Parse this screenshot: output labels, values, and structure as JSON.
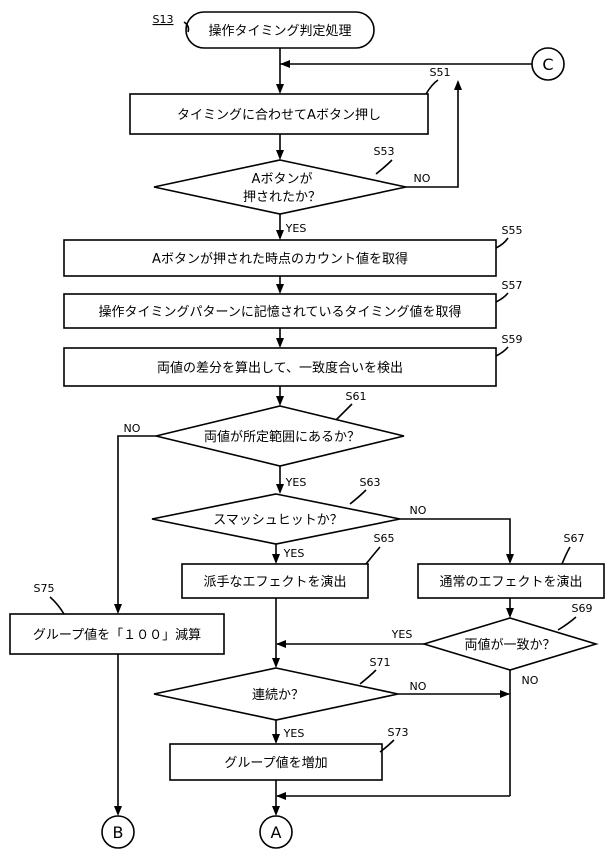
{
  "terminal": {
    "step": "S13",
    "label": "操作タイミング判定処理"
  },
  "connectors": {
    "c": "C",
    "a": "A",
    "b": "B"
  },
  "steps": {
    "s51": {
      "id": "S51",
      "label": "タイミングに合わせてAボタン押し"
    },
    "s53": {
      "id": "S53",
      "line1": "Aボタンが",
      "line2": "押されたか？"
    },
    "s55": {
      "id": "S55",
      "label": "Aボタンが押された時点のカウント値を取得"
    },
    "s57": {
      "id": "S57",
      "label": "操作タイミングパターンに記憶されているタイミング値を取得"
    },
    "s59": {
      "id": "S59",
      "label": "両値の差分を算出して、一致度合いを検出"
    },
    "s61": {
      "id": "S61",
      "label": "両値が所定範囲にあるか？"
    },
    "s63": {
      "id": "S63",
      "label": "スマッシュヒットか？"
    },
    "s65": {
      "id": "S65",
      "label": "派手なエフェクトを演出"
    },
    "s67": {
      "id": "S67",
      "label": "通常のエフェクトを演出"
    },
    "s69": {
      "id": "S69",
      "label": "両値が一致か？"
    },
    "s71": {
      "id": "S71",
      "label": "連続か？"
    },
    "s73": {
      "id": "S73",
      "label": "グループ値を増加"
    },
    "s75": {
      "id": "S75",
      "label": "グループ値を「１００」減算"
    }
  },
  "branch_labels": {
    "yes": "YES",
    "no": "NO"
  }
}
